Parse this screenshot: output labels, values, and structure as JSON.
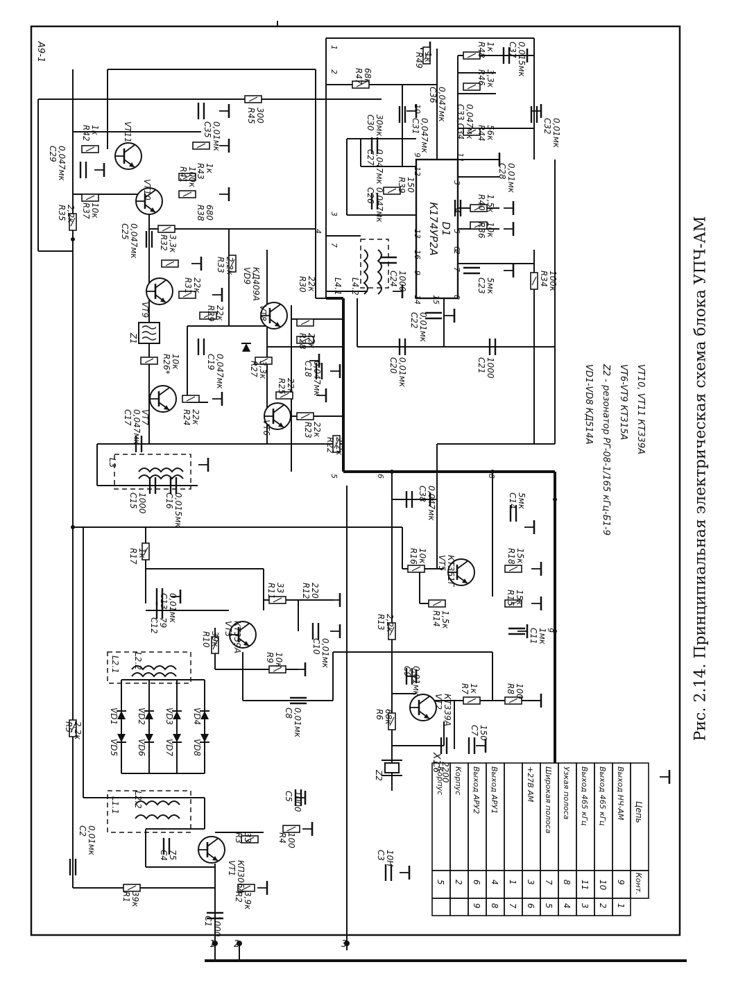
{
  "figure": {
    "caption": "Рис. 2.14. Принципиальная электрическая схема блока УПЧ-АМ",
    "block_label": "А9-1"
  },
  "legend_notes": [
    "VD1-VD8    КД514А",
    "Z2 - резонатор РГ-08-1/165 кГц-Б1-9",
    "VT6-VT9    КТ315А",
    "VT10, VT11    КТ339А"
  ],
  "connector": {
    "designator": "X1",
    "headers": [
      "Цепь",
      "Конт."
    ],
    "rows": [
      {
        "circuit": "Выход НЧ-АМ",
        "pin": "9",
        "node": "1"
      },
      {
        "circuit": "Выход 465 кГц",
        "pin": "10",
        "node": "2"
      },
      {
        "circuit": "Выход 465 кГц",
        "pin": "11",
        "node": "3"
      },
      {
        "circuit": "Узкая полоса",
        "pin": "8",
        "node": "4"
      },
      {
        "circuit": "Широкая полоса",
        "pin": "7",
        "node": "5"
      },
      {
        "circuit": "+27В АМ",
        "pin": "3",
        "node": "6"
      },
      {
        "circuit": "",
        "pin": "1",
        "node": "7"
      },
      {
        "circuit": "Выход АРУ1",
        "pin": "4",
        "node": "8"
      },
      {
        "circuit": "Выход АРУ2",
        "pin": "6",
        "node": "9"
      },
      {
        "circuit": "Корпус",
        "pin": "2",
        "node": ""
      },
      {
        "circuit": "Корпус",
        "pin": "5",
        "node": ""
      }
    ]
  },
  "input_terminals": [
    "1",
    "2",
    "3"
  ],
  "node_numbers": [
    "1",
    "2",
    "3",
    "4",
    "5",
    "6",
    "7",
    "8",
    "9",
    "9",
    "11",
    "12",
    "13",
    "14",
    "15",
    "16",
    "2",
    "3",
    "4",
    "5",
    "6",
    "7",
    "8",
    "9",
    "10"
  ],
  "transistors": [
    {
      "ref": "VT1",
      "type": "КП306А"
    },
    {
      "ref": "VT2",
      "type": "КТ339А"
    },
    {
      "ref": "VT3",
      "type": "КТ339А"
    },
    {
      "ref": "VT5",
      "type": "КТ361Г"
    },
    {
      "ref": "VT6",
      "type": ""
    },
    {
      "ref": "VT7",
      "type": ""
    },
    {
      "ref": "VT8",
      "type": ""
    },
    {
      "ref": "VT9",
      "type": ""
    },
    {
      "ref": "VT10",
      "type": ""
    },
    {
      "ref": "VT11",
      "type": ""
    }
  ],
  "ic": {
    "ref": "D1",
    "type": "К174УР2А"
  },
  "diodes": [
    "VD1",
    "VD2",
    "VD3",
    "VD4",
    "VD5",
    "VD6",
    "VD7",
    "VD8"
  ],
  "vd9": {
    "ref": "VD9",
    "type": "КД409А"
  },
  "filters": [
    {
      "ref": "Z1"
    },
    {
      "ref": "Z2"
    }
  ],
  "coils": [
    "L1.1",
    "L2.1",
    "L2.2",
    "L2.2",
    "L3",
    "L4.1",
    "L4.2"
  ],
  "resistors": [
    {
      "ref": "R1",
      "value": "39к"
    },
    {
      "ref": "R2",
      "value": "3,9к"
    },
    {
      "ref": "R3",
      "value": "33"
    },
    {
      "ref": "R4",
      "value": "100"
    },
    {
      "ref": "R5",
      "value": "2,2к"
    },
    {
      "ref": "R6",
      "value": "68к"
    },
    {
      "ref": "R7",
      "value": "1к"
    },
    {
      "ref": "R8",
      "value": "100"
    },
    {
      "ref": "R9",
      "value": "10к"
    },
    {
      "ref": "R10",
      "value": "39к"
    },
    {
      "ref": "R11",
      "value": "33"
    },
    {
      "ref": "R12",
      "value": "220"
    },
    {
      "ref": "R13",
      "value": "2,2к"
    },
    {
      "ref": "R14",
      "value": "1,5к"
    },
    {
      "ref": "R15",
      "value": "15к"
    },
    {
      "ref": "R16",
      "value": "10к"
    },
    {
      "ref": "R17",
      "value": "1к"
    },
    {
      "ref": "R18",
      "value": "15к"
    },
    {
      "ref": "R22",
      "value": "2,2к"
    },
    {
      "ref": "R23",
      "value": "22к"
    },
    {
      "ref": "R24",
      "value": "22к"
    },
    {
      "ref": "R25",
      "value": "22к"
    },
    {
      "ref": "R26*",
      "value": "10к"
    },
    {
      "ref": "R27",
      "value": "3,3к"
    },
    {
      "ref": "R28",
      "value": "22к"
    },
    {
      "ref": "R29",
      "value": "22к"
    },
    {
      "ref": "R30",
      "value": "22к"
    },
    {
      "ref": "R31",
      "value": "22к"
    },
    {
      "ref": "R32",
      "value": "3,3к"
    },
    {
      "ref": "R33",
      "value": "2,2к"
    },
    {
      "ref": "R34",
      "value": "100к"
    },
    {
      "ref": "R35",
      "value": "2,2к"
    },
    {
      "ref": "R36",
      "value": "10к"
    },
    {
      "ref": "R37",
      "value": "10к"
    },
    {
      "ref": "R38",
      "value": "680"
    },
    {
      "ref": "R39",
      "value": "150"
    },
    {
      "ref": "R40",
      "value": "1,5к"
    },
    {
      "ref": "R41",
      "value": "100к"
    },
    {
      "ref": "R42",
      "value": "1к"
    },
    {
      "ref": "R43",
      "value": "1к"
    },
    {
      "ref": "R44",
      "value": "56к"
    },
    {
      "ref": "R45",
      "value": "300"
    },
    {
      "ref": "R46",
      "value": "3,3к"
    },
    {
      "ref": "R47",
      "value": "68к"
    },
    {
      "ref": "R48",
      "value": "1к"
    },
    {
      "ref": "R49",
      "value": "1к"
    }
  ],
  "capacitors": [
    {
      "ref": "C1",
      "value": "1000"
    },
    {
      "ref": "C2",
      "value": "0,01мк"
    },
    {
      "ref": "C3",
      "value": "10Н"
    },
    {
      "ref": "C4",
      "value": "75"
    },
    {
      "ref": "C5",
      "value": "1000"
    },
    {
      "ref": "C6",
      "value": "2200"
    },
    {
      "ref": "C7",
      "value": "150"
    },
    {
      "ref": "C8",
      "value": "0,01мк"
    },
    {
      "ref": "C9",
      "value": "0,01мк"
    },
    {
      "ref": "C10",
      "value": "0,01мк"
    },
    {
      "ref": "C11",
      "value": "1мк"
    },
    {
      "ref": "C12",
      "value": "79"
    },
    {
      "ref": "C13",
      "value": "0,01мк"
    },
    {
      "ref": "C14",
      "value": "5мк"
    },
    {
      "ref": "C15",
      "value": "1000"
    },
    {
      "ref": "C16",
      "value": "0,015мк"
    },
    {
      "ref": "C17",
      "value": "0,047мк"
    },
    {
      "ref": "C18",
      "value": "0,047мк"
    },
    {
      "ref": "C19",
      "value": "0,047мк"
    },
    {
      "ref": "C20",
      "value": "0,01мк"
    },
    {
      "ref": "C21",
      "value": "1000"
    },
    {
      "ref": "C22",
      "value": "0,01мк"
    },
    {
      "ref": "C23",
      "value": "5мк"
    },
    {
      "ref": "C24",
      "value": "1000"
    },
    {
      "ref": "C25",
      "value": "0,047мк"
    },
    {
      "ref": "C26",
      "value": "0,047мк"
    },
    {
      "ref": "C27",
      "value": "0,047мк"
    },
    {
      "ref": "C28",
      "value": "0,01мк"
    },
    {
      "ref": "C29",
      "value": "0,047мк"
    },
    {
      "ref": "C30",
      "value": "30мк"
    },
    {
      "ref": "C31",
      "value": "0,047мк"
    },
    {
      "ref": "C32",
      "value": "0,01мк"
    },
    {
      "ref": "C33,C34",
      "value": "0,047мк"
    },
    {
      "ref": "C35",
      "value": "0,01мк"
    },
    {
      "ref": "C36",
      "value": "0,047мк"
    },
    {
      "ref": "C37",
      "value": "0,015мк"
    },
    {
      "ref": "C38",
      "value": "0,047мк"
    }
  ]
}
